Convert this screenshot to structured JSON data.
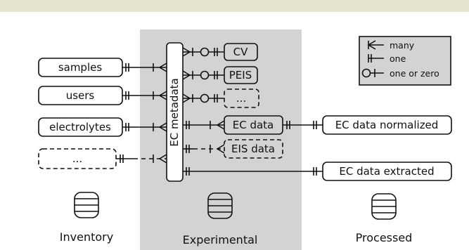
{
  "entities": {
    "samples": "samples",
    "users": "users",
    "electrolytes": "electrolytes",
    "unknown_inventory": "...",
    "ec_metadata": "EC metadata",
    "cv": "CV",
    "peis": "PEIS",
    "unknown_experimental": "...",
    "ec_data": "EC data",
    "eis_data": "EIS data",
    "ec_data_normalized": "EC data normalized",
    "ec_data_extracted": "EC data extracted"
  },
  "legend": {
    "many": "many",
    "one": "one",
    "one_or_zero": "one or zero"
  },
  "sections": {
    "inventory": "Inventory",
    "experimental": "Experimental",
    "processed": "Processed"
  },
  "colors": {
    "top_bar": "#e7e3d1",
    "experimental_panel": "#d3d3d3",
    "legend_box": "#d3d3d3",
    "stroke": "#111111"
  },
  "icons": {
    "database": "database-icon",
    "crow_many": "crows-foot-many-icon",
    "one": "one-marker-icon",
    "one_or_zero": "one-or-zero-marker-icon"
  }
}
